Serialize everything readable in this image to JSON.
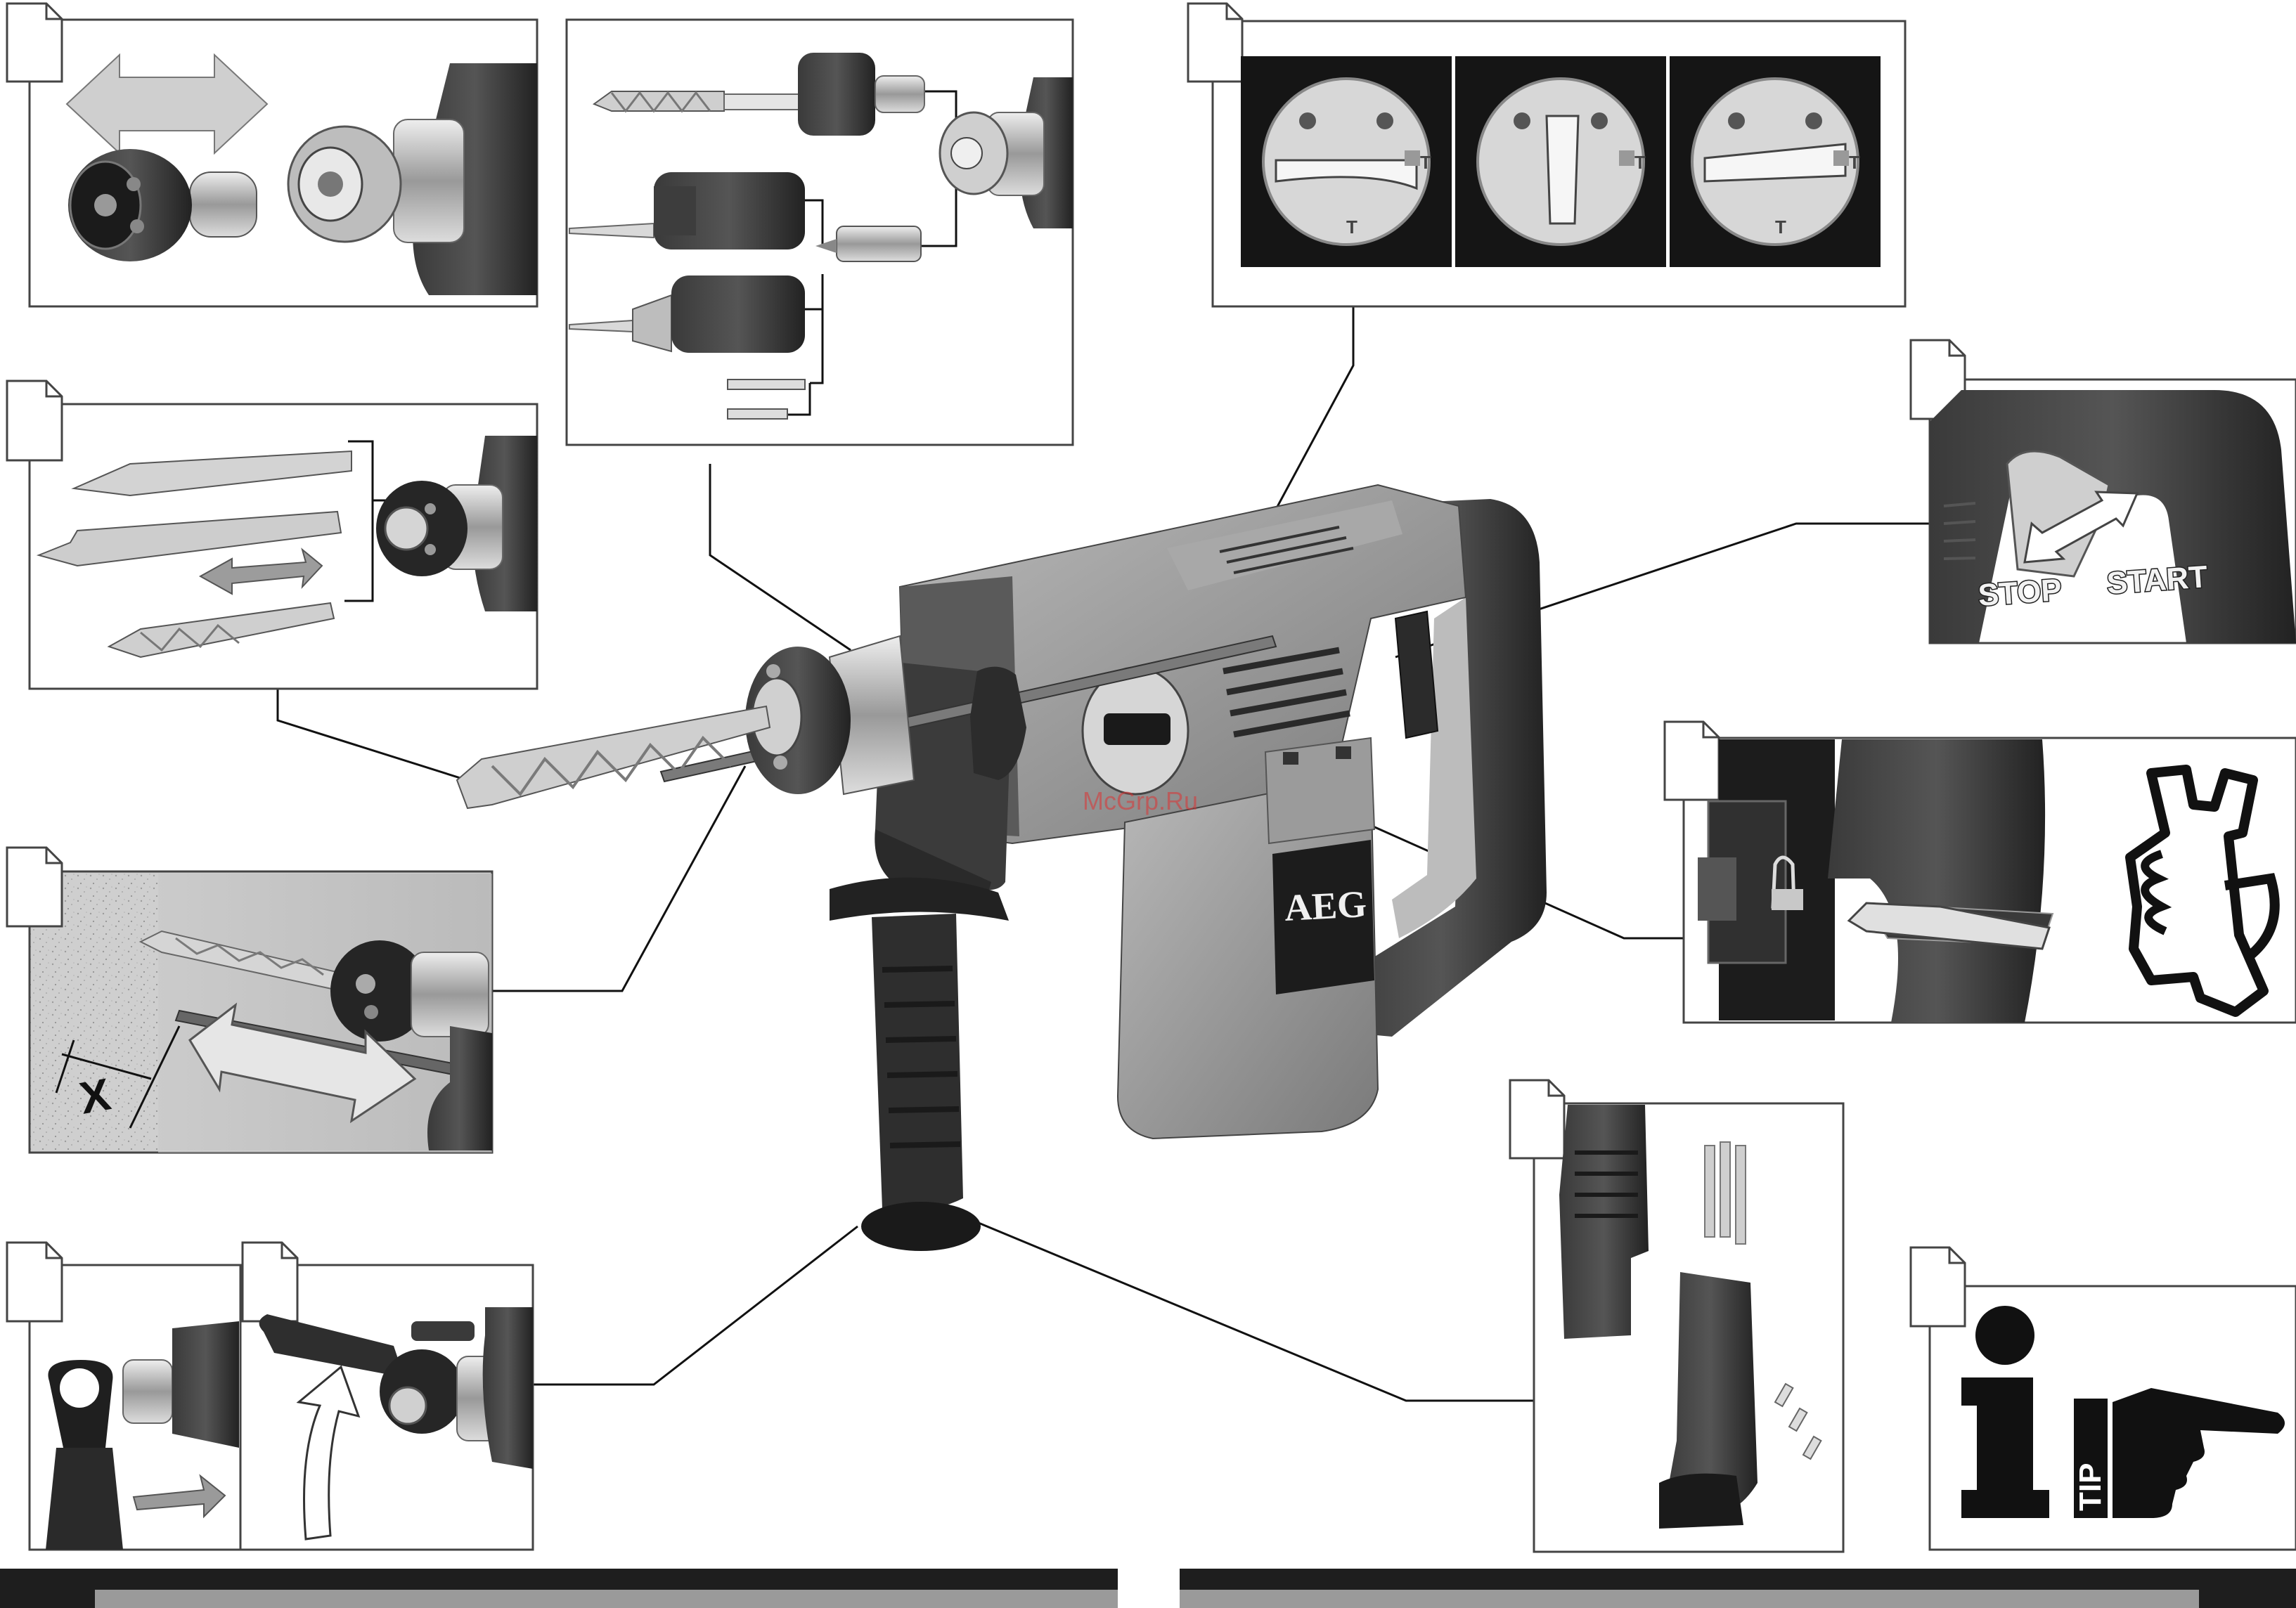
{
  "tool": {
    "brand": "AEG"
  },
  "watermark": "McGrp.Ru",
  "switch_panel": {
    "label_left": "STOP",
    "label_right": "START"
  },
  "depth_panel": {
    "symbol": "X"
  },
  "tip_panel": {
    "text": "TIP"
  },
  "switch_dials": {
    "mark_label": "T"
  },
  "colors": {
    "frame": "#444444",
    "dark_body": "#2b2b2b",
    "mid_body": "#8a8a8a",
    "light_body": "#c8c8c8",
    "footer_bar": "#1e1e1e",
    "footer_stripe": "#9a9a9a"
  },
  "icons": [
    "wrench-hand-icon",
    "info-icon",
    "pointing-hand-icon",
    "double-arrow-icon",
    "curved-arrow-icon"
  ]
}
